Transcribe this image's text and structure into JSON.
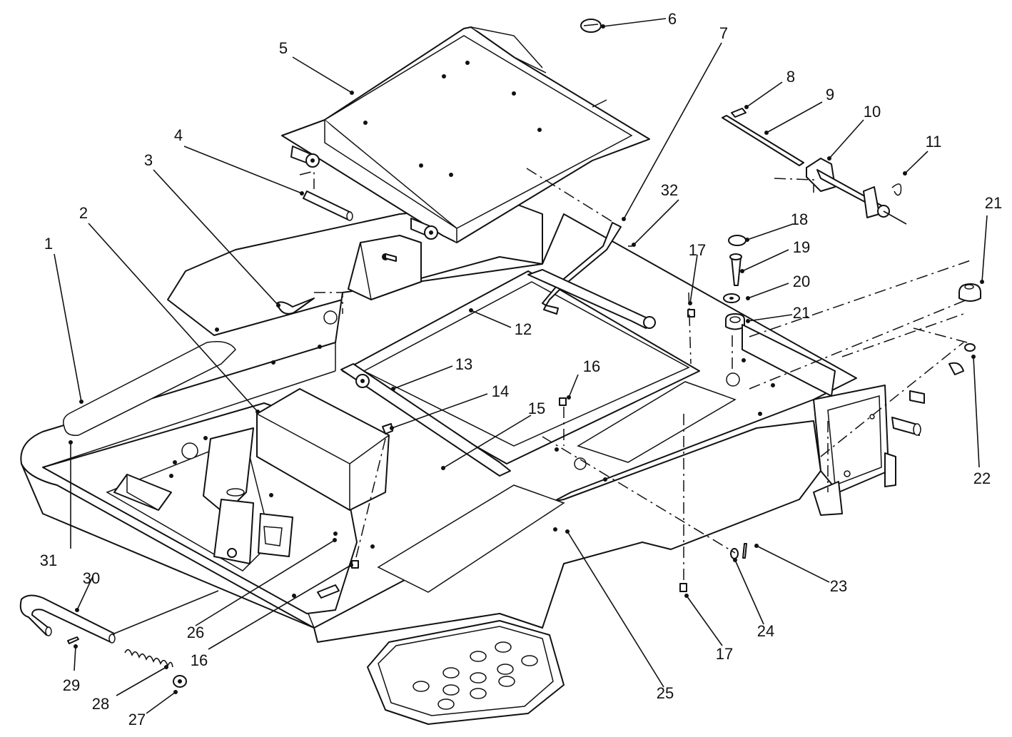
{
  "callouts": [
    {
      "id": "1",
      "text": "1"
    },
    {
      "id": "2",
      "text": "2"
    },
    {
      "id": "3",
      "text": "3"
    },
    {
      "id": "4",
      "text": "4"
    },
    {
      "id": "5",
      "text": "5"
    },
    {
      "id": "6",
      "text": "6"
    },
    {
      "id": "7",
      "text": "7"
    },
    {
      "id": "8",
      "text": "8"
    },
    {
      "id": "9",
      "text": "9"
    },
    {
      "id": "10",
      "text": "10"
    },
    {
      "id": "11",
      "text": "11"
    },
    {
      "id": "12",
      "text": "12"
    },
    {
      "id": "13",
      "text": "13"
    },
    {
      "id": "14",
      "text": "14"
    },
    {
      "id": "15",
      "text": "15"
    },
    {
      "id": "16a",
      "text": "16"
    },
    {
      "id": "16b",
      "text": "16"
    },
    {
      "id": "17a",
      "text": "17"
    },
    {
      "id": "17b",
      "text": "17"
    },
    {
      "id": "18",
      "text": "18"
    },
    {
      "id": "19",
      "text": "19"
    },
    {
      "id": "20",
      "text": "20"
    },
    {
      "id": "21a",
      "text": "21"
    },
    {
      "id": "21b",
      "text": "21"
    },
    {
      "id": "22",
      "text": "22"
    },
    {
      "id": "23",
      "text": "23"
    },
    {
      "id": "24",
      "text": "24"
    },
    {
      "id": "25",
      "text": "25"
    },
    {
      "id": "26",
      "text": "26"
    },
    {
      "id": "27",
      "text": "27"
    },
    {
      "id": "28",
      "text": "28"
    },
    {
      "id": "29",
      "text": "29"
    },
    {
      "id": "30",
      "text": "30"
    },
    {
      "id": "31",
      "text": "31"
    },
    {
      "id": "32",
      "text": "32"
    }
  ]
}
